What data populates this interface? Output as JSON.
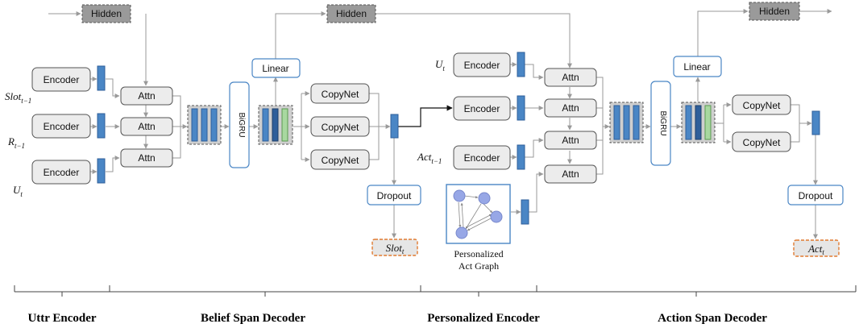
{
  "labels": {
    "hidden": "Hidden",
    "encoder": "Encoder",
    "attn": "Attn",
    "bigru": "BiGRU",
    "linear": "Linear",
    "copynet": "CopyNet",
    "dropout": "Dropout",
    "graph_caption_line1": "Personalized",
    "graph_caption_line2": "Act Graph"
  },
  "inputs": {
    "slot_prev": {
      "base": "Slot",
      "sub": "t−1"
    },
    "resp_prev": {
      "base": "R",
      "sub": "t−1"
    },
    "utt": {
      "base": "U",
      "sub": "t"
    },
    "act_prev": {
      "base": "Act",
      "sub": "t−1"
    }
  },
  "outputs": {
    "slot": {
      "base": "Slot",
      "sub": "t"
    },
    "act": {
      "base": "Act",
      "sub": "t"
    }
  },
  "sections": [
    "Uttr Encoder",
    "Belief Span Decoder",
    "Personalized Encoder",
    "Action Span Decoder"
  ],
  "colors": {
    "encoder_fill": "#ececec",
    "vector_blue": "#4a86c5",
    "vector_dark": "#2f5f9a",
    "vector_green": "#a8d8a0",
    "hidden_fill": "#9a9a9a",
    "output_border": "#e07a30",
    "module_border": "#4a86c5",
    "graph_node": "#97a7e6",
    "arrow": "#9a9a9a"
  }
}
